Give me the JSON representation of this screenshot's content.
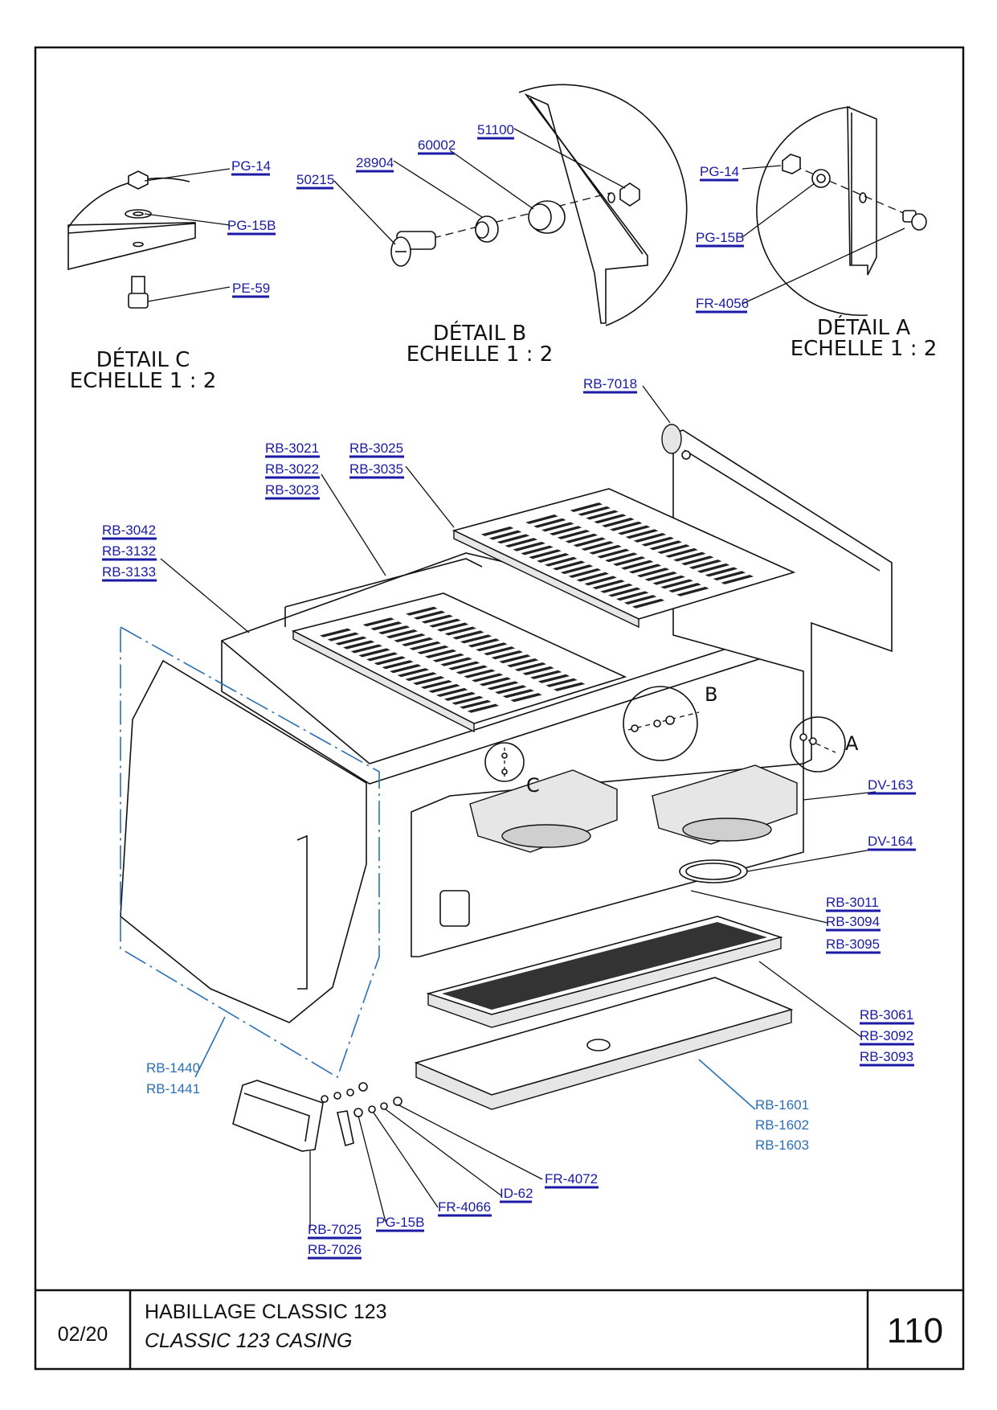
{
  "details": {
    "c": {
      "title": "DÉTAIL C",
      "scale": "ECHELLE 1 : 2"
    },
    "b": {
      "title": "DÉTAIL B",
      "scale": "ECHELLE 1 : 2"
    },
    "a": {
      "title": "DÉTAIL A",
      "scale": "ECHELLE 1 : 2"
    }
  },
  "markers": {
    "a": "A",
    "b": "B",
    "c": "C"
  },
  "callouts": {
    "c_pg14": "PG-14",
    "c_pg15b": "PG-15B",
    "c_pe59": "PE-59",
    "b_50215": "50215",
    "b_28904": "28904",
    "b_60002": "60002",
    "b_51100": "51100",
    "a_pg14": "PG-14",
    "a_pg15b": "PG-15B",
    "a_fr4056": "FR-4056",
    "rb7018": "RB-7018",
    "rb3021": "RB-3021",
    "rb3022": "RB-3022",
    "rb3023": "RB-3023",
    "rb3025": "RB-3025",
    "rb3035": "RB-3035",
    "rb3042": "RB-3042",
    "rb3132": "RB-3132",
    "rb3133": "RB-3133",
    "dv163": "DV-163",
    "dv164": "DV-164",
    "rb3011": "RB-3011",
    "rb3094": "RB-3094",
    "rb3095": "RB-3095",
    "rb3061": "RB-3061",
    "rb3092": "RB-3092",
    "rb3093": "RB-3093",
    "rb1440": "RB-1440",
    "rb1441": "RB-1441",
    "rb1601": "RB-1601",
    "rb1602": "RB-1602",
    "rb1603": "RB-1603",
    "fr4072": "FR-4072",
    "id62": "ID-62",
    "fr4066": "FR-4066",
    "pg15b_bottom": "PG-15B",
    "rb7025": "RB-7025",
    "rb7026": "RB-7026"
  },
  "title_block": {
    "date": "02/20",
    "title_fr": "HABILLAGE CLASSIC 123",
    "title_en": "CLASSIC 123 CASING",
    "page": "110"
  },
  "colors": {
    "label": "#1a1aa6",
    "blue_part": "#2a6fb5",
    "line": "#111111"
  }
}
